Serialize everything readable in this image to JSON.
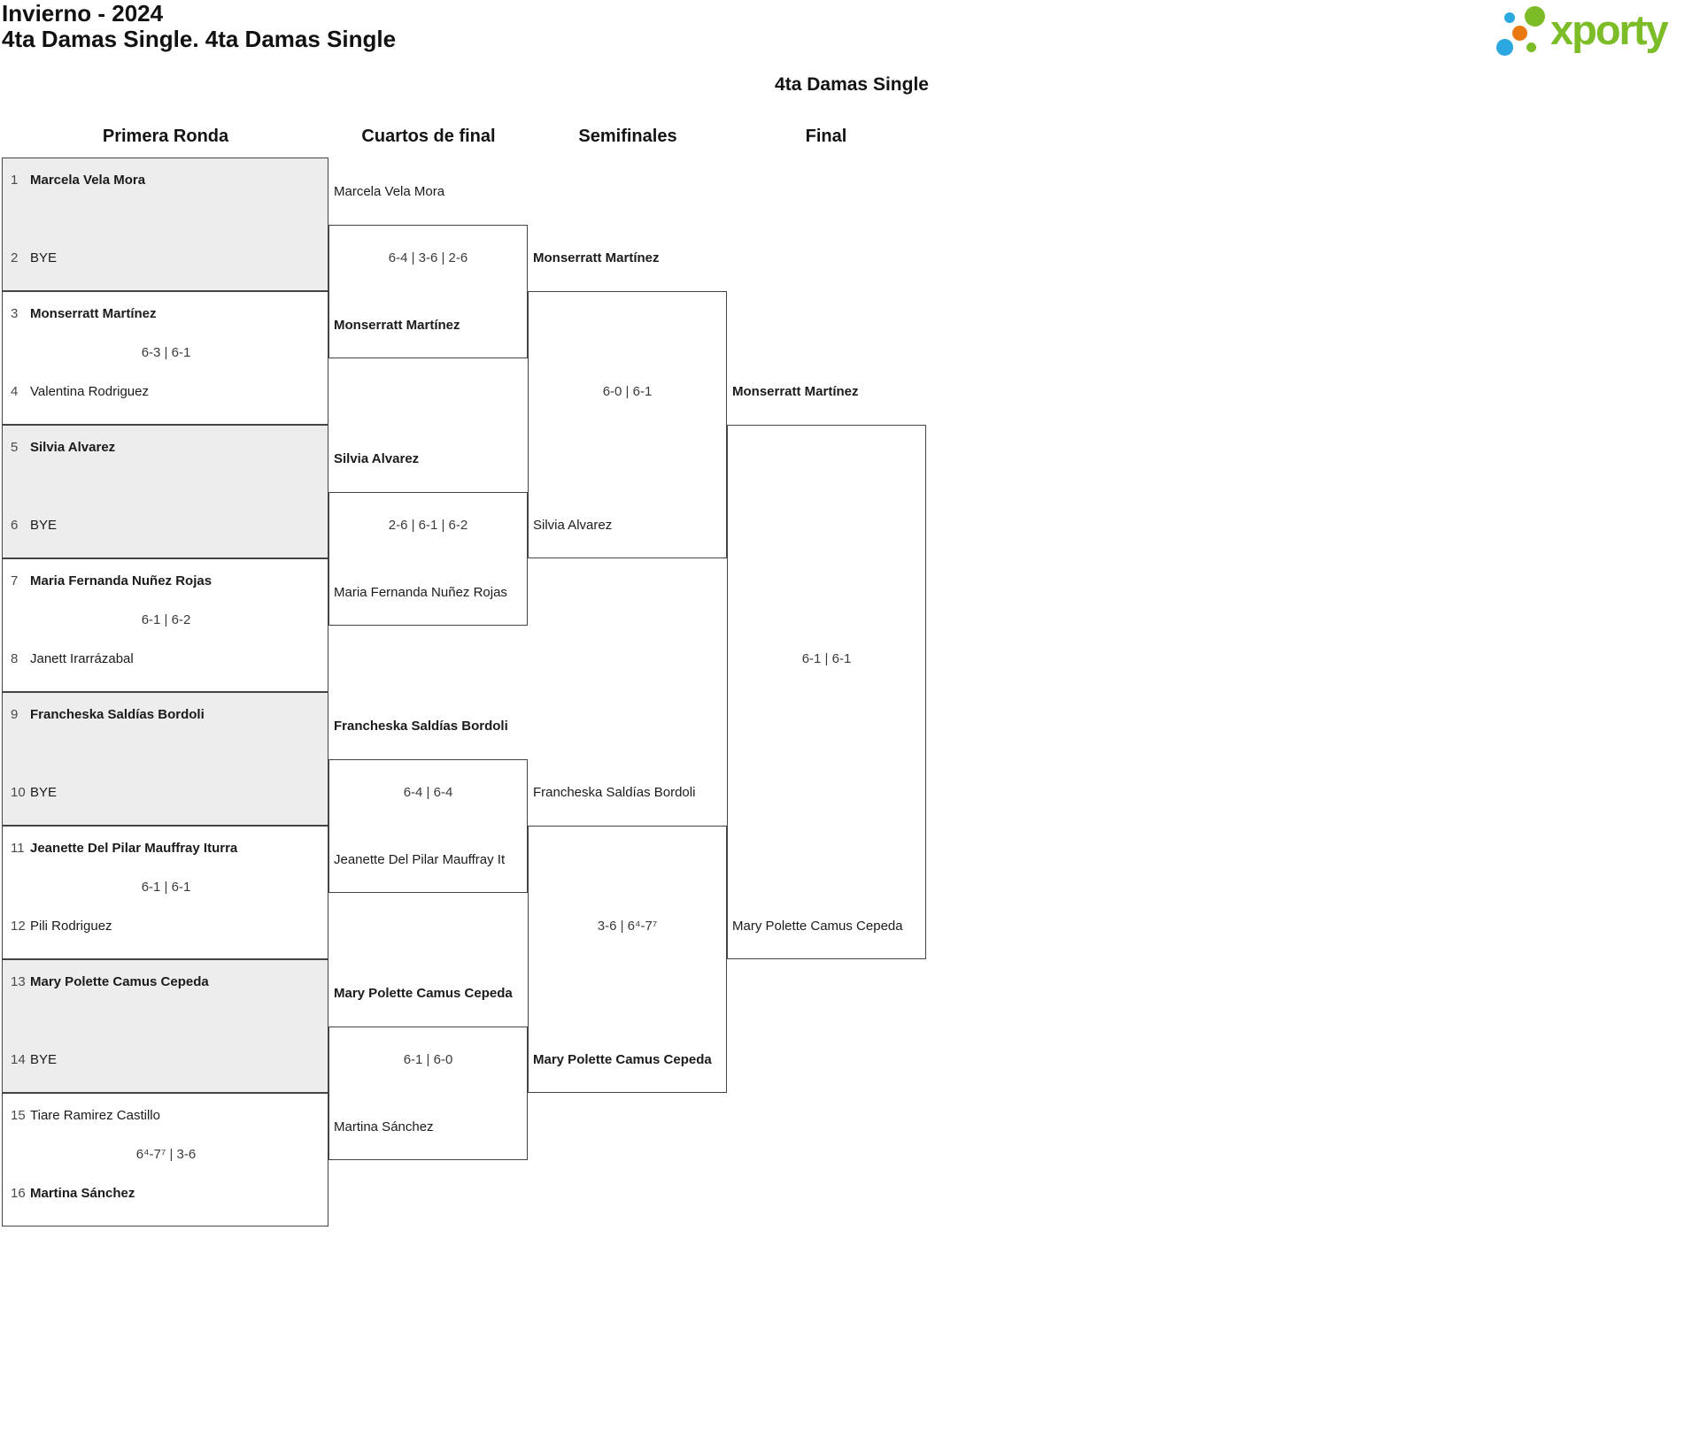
{
  "header": {
    "title_line1": "Invierno - 2024",
    "title_line2": "4ta Damas Single. 4ta Damas Single"
  },
  "logo": {
    "text": "xporty",
    "green": "#7cbc27",
    "blue": "#2ba8e0",
    "orange": "#e97811"
  },
  "bracket": {
    "title": "4ta Damas Single",
    "columns": [
      "Primera Ronda",
      "Cuartos de final",
      "Semifinales",
      "Final"
    ],
    "first_round": [
      {
        "players": [
          {
            "seed": "1",
            "name": "Marcela Vela Mora",
            "winner": true
          },
          {
            "seed": "2",
            "name": "BYE",
            "winner": false
          }
        ],
        "score": ""
      },
      {
        "players": [
          {
            "seed": "3",
            "name": "Monserratt Martínez",
            "winner": true
          },
          {
            "seed": "4",
            "name": "Valentina Rodriguez",
            "winner": false
          }
        ],
        "score": "6-3 | 6-1"
      },
      {
        "players": [
          {
            "seed": "5",
            "name": "Silvia Alvarez",
            "winner": true
          },
          {
            "seed": "6",
            "name": "BYE",
            "winner": false
          }
        ],
        "score": ""
      },
      {
        "players": [
          {
            "seed": "7",
            "name": "Maria Fernanda Nuñez Rojas",
            "winner": true
          },
          {
            "seed": "8",
            "name": "Janett Irarrázabal",
            "winner": false
          }
        ],
        "score": "6-1 | 6-2"
      },
      {
        "players": [
          {
            "seed": "9",
            "name": "Francheska Saldías Bordoli",
            "winner": true
          },
          {
            "seed": "10",
            "name": "BYE",
            "winner": false
          }
        ],
        "score": ""
      },
      {
        "players": [
          {
            "seed": "11",
            "name": "Jeanette Del Pilar Mauffray Iturra",
            "winner": true
          },
          {
            "seed": "12",
            "name": "Pili Rodriguez",
            "winner": false
          }
        ],
        "score": "6-1 | 6-1"
      },
      {
        "players": [
          {
            "seed": "13",
            "name": "Mary Polette Camus Cepeda",
            "winner": true
          },
          {
            "seed": "14",
            "name": "BYE",
            "winner": false
          }
        ],
        "score": ""
      },
      {
        "players": [
          {
            "seed": "15",
            "name": "Tiare Ramirez Castillo",
            "winner": false
          },
          {
            "seed": "16",
            "name": "Martina Sánchez",
            "winner": true
          }
        ],
        "score": "6⁴-7⁷ | 3-6"
      }
    ],
    "quarterfinals": [
      {
        "top": {
          "name": "Marcela Vela Mora",
          "winner": false
        },
        "bottom": {
          "name": "Monserratt Martínez",
          "winner": true
        },
        "score": "6-4 | 3-6 | 2-6"
      },
      {
        "top": {
          "name": "Silvia Alvarez",
          "winner": true
        },
        "bottom": {
          "name": "Maria Fernanda Nuñez Rojas",
          "winner": false
        },
        "score": "2-6 | 6-1 | 6-2"
      },
      {
        "top": {
          "name": "Francheska Saldías Bordoli",
          "winner": true
        },
        "bottom": {
          "name": "Jeanette Del Pilar Mauffray It",
          "winner": false
        },
        "score": "6-4 | 6-4"
      },
      {
        "top": {
          "name": "Mary Polette Camus Cepeda",
          "winner": true
        },
        "bottom": {
          "name": "Martina Sánchez",
          "winner": false
        },
        "score": "6-1 | 6-0"
      }
    ],
    "semifinals": [
      {
        "top": {
          "name": "Monserratt Martínez",
          "winner": true
        },
        "bottom": {
          "name": "Silvia Alvarez",
          "winner": false
        },
        "score": "6-0 | 6-1"
      },
      {
        "top": {
          "name": "Francheska Saldías Bordoli",
          "winner": false
        },
        "bottom": {
          "name": "Mary Polette Camus Cepeda",
          "winner": true
        },
        "score": "3-6 | 6⁴-7⁷"
      }
    ],
    "final": [
      {
        "top": {
          "name": "Monserratt Martínez",
          "winner": true
        },
        "bottom": {
          "name": "Mary Polette Camus Cepeda",
          "winner": false
        },
        "score": "6-1 | 6-1"
      }
    ]
  },
  "style": {
    "bye_block_bg": "#ededed",
    "line_color": "#444444",
    "name_color": "#1b1b1b",
    "score_color": "#3a3a3a",
    "seed_color": "#4a4a4a"
  }
}
